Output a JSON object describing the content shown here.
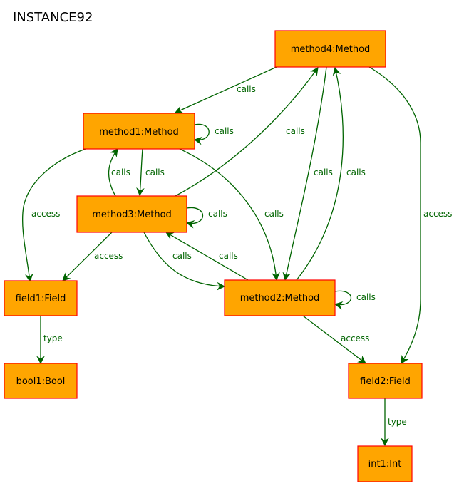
{
  "diagram": {
    "title": "INSTANCE92",
    "nodes": {
      "method4": "method4:Method",
      "method1": "method1:Method",
      "method3": "method3:Method",
      "method2": "method2:Method",
      "field1": "field1:Field",
      "field2": "field2:Field",
      "bool1": "bool1:Bool",
      "int1": "int1:Int"
    },
    "edges": {
      "m4_m1": "calls",
      "m1_m1": "calls",
      "m4_m2": "calls",
      "m2_m4": "calls",
      "m3_m4": "calls",
      "m4_f2": "access",
      "m1_m3": "calls",
      "m3_m1": "calls",
      "m1_f1": "access",
      "m1_m2": "calls",
      "m3_m3": "calls",
      "m3_f1": "access",
      "m3_m2": "calls",
      "m2_m3": "calls",
      "m2_m2": "calls",
      "m2_f2": "access",
      "f1_b1": "type",
      "f2_i1": "type"
    }
  },
  "colors": {
    "node_fill": "#ffa500",
    "node_border": "#ff0000",
    "edge": "#006400",
    "text": "#000000"
  }
}
